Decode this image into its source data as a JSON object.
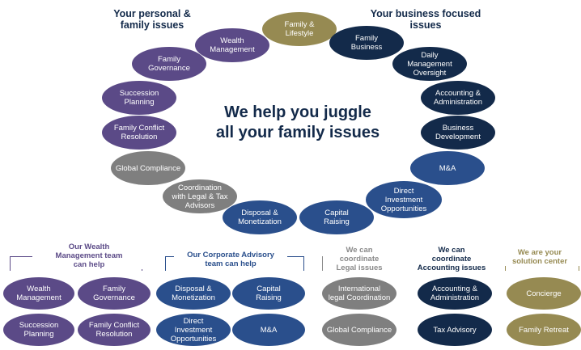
{
  "headers": {
    "personal": "Your personal &\nfamily issues",
    "business": "Your business focused\nissues"
  },
  "center_text": "We help you juggle\nall your family issues",
  "circle": [
    {
      "label": "Family &\nLifestyle",
      "color": "olive"
    },
    {
      "label": "Wealth\nManagement",
      "color": "purple"
    },
    {
      "label": "Family\nGovernance",
      "color": "purple"
    },
    {
      "label": "Succession\nPlanning",
      "color": "purple"
    },
    {
      "label": "Family Conflict\nResolution",
      "color": "purple"
    },
    {
      "label": "Global Compliance",
      "color": "gray"
    },
    {
      "label": "Coordination\nwith Legal & Tax\nAdvisors",
      "color": "gray"
    },
    {
      "label": "Disposal &\nMonetization",
      "color": "blue"
    },
    {
      "label": "Capital\nRaising",
      "color": "blue"
    },
    {
      "label": "Direct\nInvestment\nOpportunities",
      "color": "blue"
    },
    {
      "label": "M&A",
      "color": "blue"
    },
    {
      "label": "Business\nDevelopment",
      "color": "navy"
    },
    {
      "label": "Accounting &\nAdministration",
      "color": "navy"
    },
    {
      "label": "Daily\nManagement\nOversight",
      "color": "navy"
    },
    {
      "label": "Family\nBusiness",
      "color": "navy"
    }
  ],
  "sections": [
    {
      "title": "Our Wealth\nManagement team\ncan help",
      "color": "purple",
      "items": [
        "Wealth\nManagement",
        "Family\nGovernance",
        "Succession\nPlanning",
        "Family Conflict\nResolution"
      ]
    },
    {
      "title": "Our Corporate Advisory\nteam can help",
      "color": "blue",
      "items": [
        "Disposal &\nMonetization",
        "Capital\nRaising",
        "Direct\nInvestment\nOpportunities",
        "M&A"
      ]
    },
    {
      "title": "We can\ncoordinate\nLegal issues",
      "color": "gray",
      "items": [
        "International\nlegal Coordination",
        "Global Compliance"
      ]
    },
    {
      "title": "We can\ncoordinate\nAccounting issues",
      "color": "navy",
      "items": [
        "Accounting &\nAdministration",
        "Tax Advisory"
      ]
    },
    {
      "title": "We are your\nsolution center",
      "color": "olive",
      "items": [
        "Concierge",
        "Family Retreat"
      ]
    }
  ]
}
